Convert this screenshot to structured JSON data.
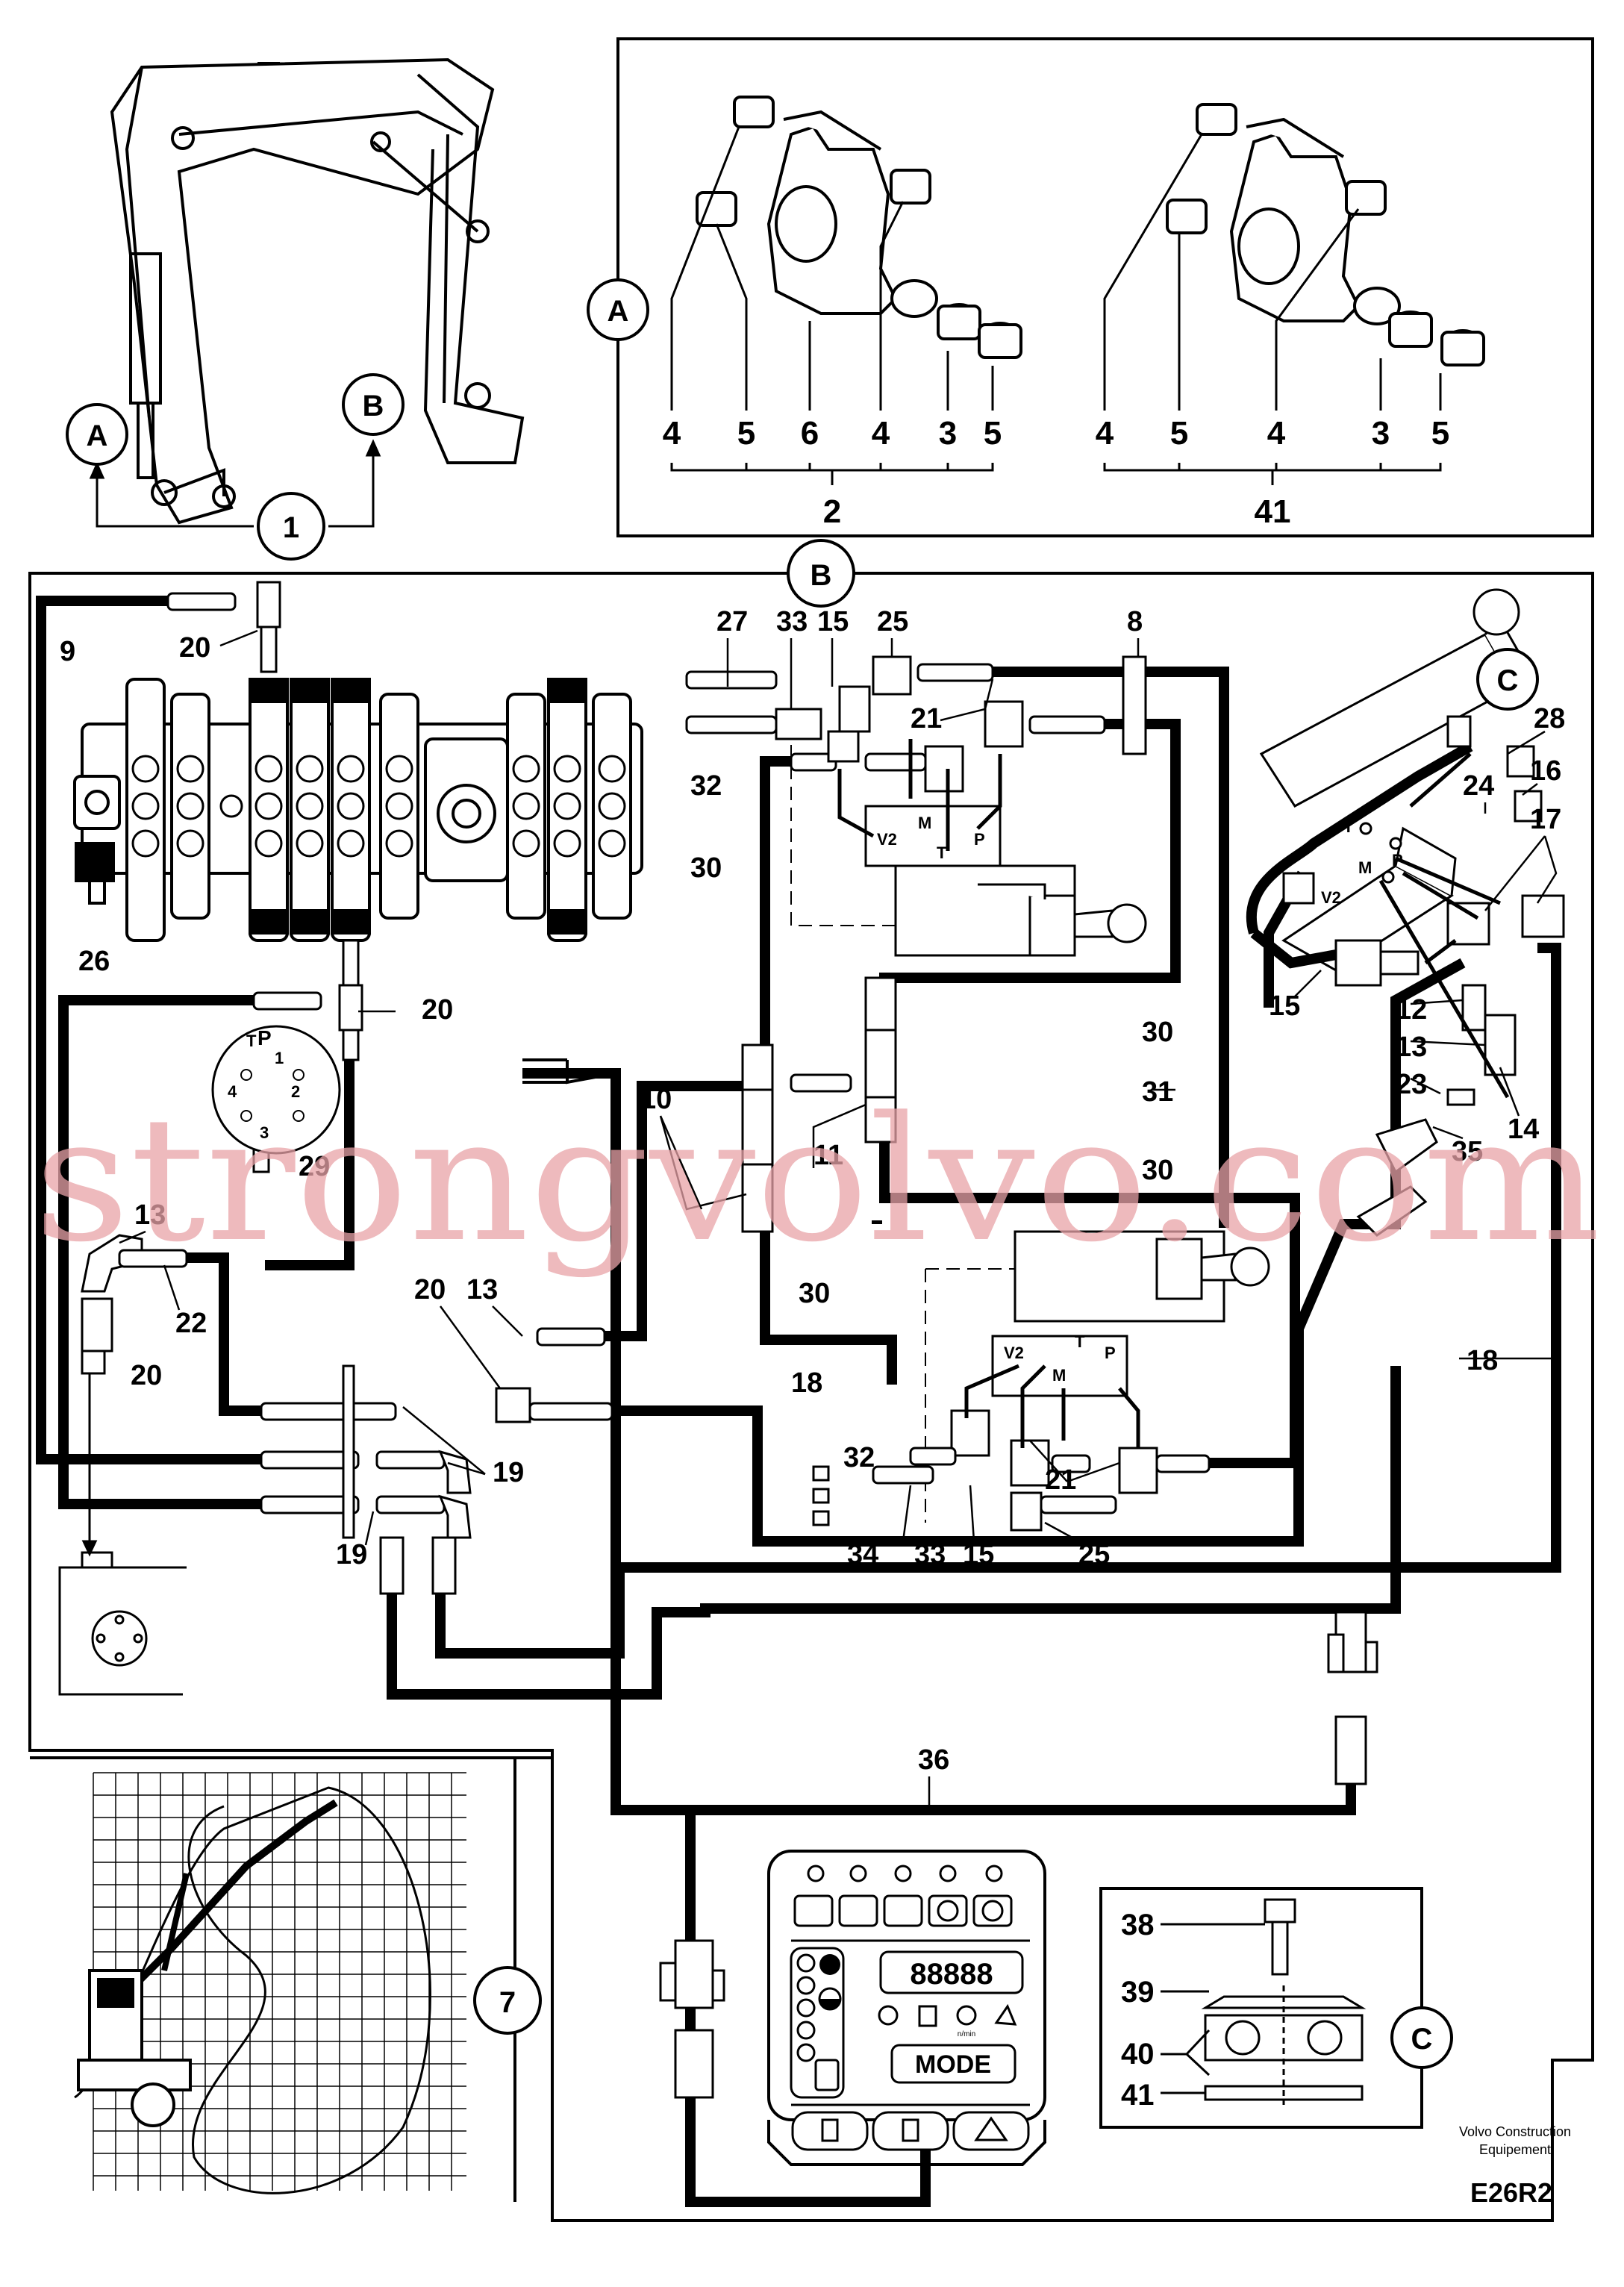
{
  "callouts": {
    "A": "A",
    "B": "B",
    "C": "C",
    "one": "1",
    "seven": "7"
  },
  "detail_a": {
    "kit2_labels": [
      "4",
      "5",
      "6",
      "4",
      "3",
      "5"
    ],
    "kit2_number": "2",
    "kit41_labels": [
      "4",
      "5",
      "4",
      "3",
      "5"
    ],
    "kit41_number": "41"
  },
  "part_labels": {
    "p9": "9",
    "p20a": "20",
    "p26": "26",
    "p20b": "20",
    "p29": "29",
    "p13a": "13",
    "p22": "22",
    "p20c": "20",
    "p19a": "19",
    "p19b": "19",
    "p20d": "20",
    "p13b": "13",
    "p10": "10",
    "p11": "11",
    "p30a": "30",
    "p18a": "18",
    "p32a": "32",
    "p34": "34",
    "p33a": "33",
    "p15a": "15",
    "p25a": "25",
    "p21a": "21",
    "p27": "27",
    "p33b": "33",
    "p15b": "15",
    "p25b": "25",
    "p8": "8",
    "p32b": "32",
    "p21b": "21",
    "p30b": "30",
    "p30c": "30",
    "p31": "31",
    "p30d": "30",
    "p28": "28",
    "p16": "16",
    "p24": "24",
    "p17": "17",
    "p15c": "15",
    "p12": "12",
    "p13c": "13",
    "p23": "23",
    "p14": "14",
    "p35": "35",
    "p18b": "18",
    "p36": "36"
  },
  "valve_ports": {
    "v2": "V2",
    "m": "M",
    "t": "T",
    "p": "P"
  },
  "gauge": {
    "p": "P",
    "t": "T",
    "one": "1",
    "two": "2",
    "three": "3",
    "four": "4"
  },
  "display": {
    "digits": "88888",
    "mode": "MODE",
    "rpm_unit": "n/min"
  },
  "detail_c": {
    "labels": [
      "38",
      "39",
      "40",
      "41"
    ]
  },
  "footer": {
    "company_line1": "Volvo Construction",
    "company_line2": "Equipement",
    "code": "E26R2"
  },
  "watermark": "strongvolvo.com"
}
